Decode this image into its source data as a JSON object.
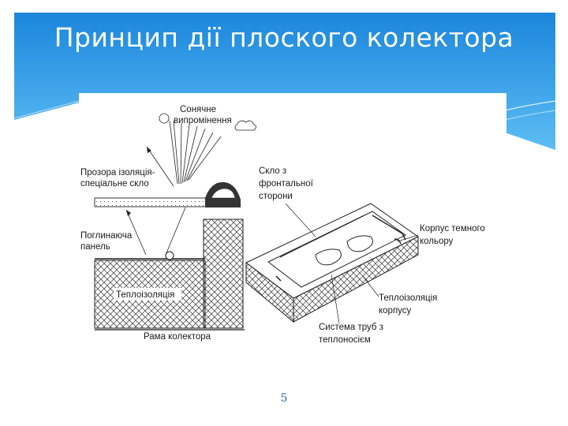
{
  "slide": {
    "title": "Принцип дії плоского колектора",
    "page_number": "5"
  },
  "diagram": {
    "left_labels": {
      "sun_line1": "Сонячне",
      "sun_line2": "випромінення",
      "glass_line1": "Прозора ізоляція-",
      "glass_line2": "спеціальне скло",
      "absorber_line1": "Поглинаюча",
      "absorber_line2": "панель",
      "insulation": "Теплоізоляція",
      "frame": "Рама колектора"
    },
    "right_labels": {
      "front_glass_line1": "Скло з",
      "front_glass_line2": "фронтальної",
      "front_glass_line3": "сторони",
      "body_line1": "Корпус темного",
      "body_line2": "кольору",
      "body_ins_line1": "Теплоізоляція",
      "body_ins_line2": "корпусу",
      "pipes_line1": "Система труб з",
      "pipes_line2": "теплоносієм"
    }
  },
  "colors": {
    "header_top": "#1f8fe0",
    "header_bottom": "#6cc3f5",
    "title": "#ffffff",
    "page_number": "#2a6ba8"
  }
}
